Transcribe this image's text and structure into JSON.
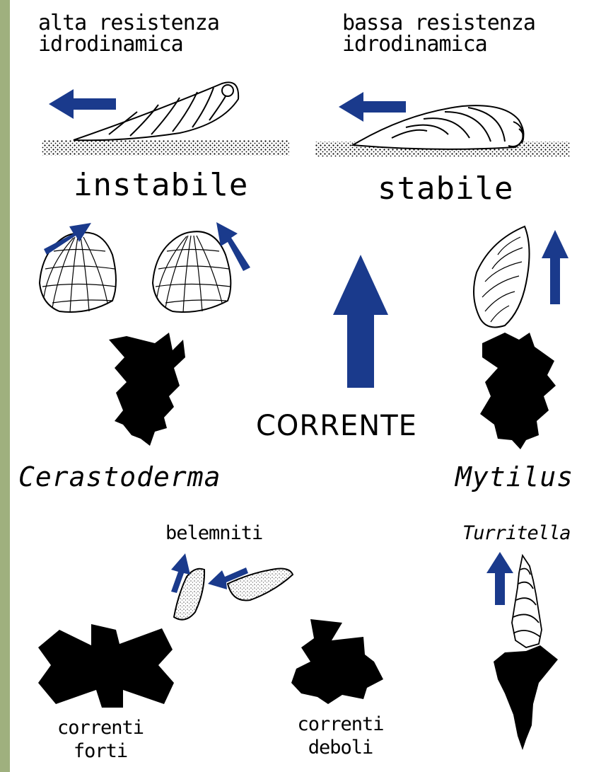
{
  "labels": {
    "high_resistance": [
      "alta resistenza",
      "idrodinamica"
    ],
    "low_resistance": [
      "bassa resistenza",
      "idrodinamica"
    ],
    "unstable": "instabile",
    "stable": "stabile",
    "current": "CORRENTE",
    "cerastoderma": "Cerastoderma",
    "mytilus": "Mytilus",
    "belemnites": "belemniti",
    "turritella": "Turritella",
    "strong_currents": [
      "correnti",
      "forti"
    ],
    "weak_currents": [
      "correnti",
      "deboli"
    ]
  },
  "colors": {
    "arrow": "#1a3a8c",
    "ink": "#000000",
    "frame": "#9fb07e",
    "paper": "#ffffff"
  }
}
